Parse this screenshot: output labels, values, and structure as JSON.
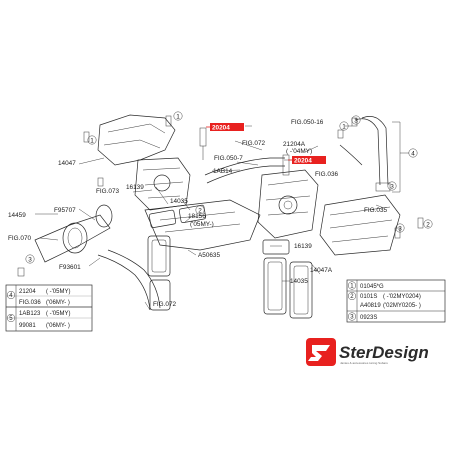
{
  "highlights": [
    "20204",
    "20204"
  ],
  "callouts": {
    "fig050_7": "FIG.050-7",
    "fig072_top": "FIG.072",
    "p1ab14": "1AB14",
    "fig050_16": "FIG.050-16",
    "p21204a": "21204A",
    "p04my": "( -'04MY)",
    "fig036": "FIG.036",
    "fig035": "FIG.035",
    "p14047_l": "14047",
    "fig073": "FIG.073",
    "p14459": "14459",
    "f95707": "F95707",
    "fig070": "FIG.070",
    "p16139_l": "16139",
    "p14035_l": "14035",
    "p18156": "18156",
    "p05my": "('05MY-)",
    "a50635": "A50635",
    "f93601": "F93601",
    "fig072_bottom": "FIG.072",
    "p16139_r": "16139",
    "p14035_r": "14035",
    "p14047a": "14047A",
    "n1": "1",
    "n2": "2",
    "n3": "3",
    "n4": "4"
  },
  "table_left": {
    "rows": [
      {
        "num": "4",
        "part": "21204",
        "note": "( -'05MY)"
      },
      {
        "num": "",
        "part": "FIG.036",
        "note": "('06MY- )"
      },
      {
        "num": "5",
        "part": "1AB123",
        "note": "( -'05MY)"
      },
      {
        "num": "",
        "part": "99081",
        "note": "('06MY- )"
      }
    ]
  },
  "table_right": {
    "rows": [
      {
        "num": "1",
        "part": "01045*G",
        "note": ""
      },
      {
        "num": "2",
        "part": "0101S",
        "note": "( -'02MY0204)"
      },
      {
        "num": "",
        "part": "A40819",
        "note": "('02MY0205- )"
      },
      {
        "num": "3",
        "part": "0923S",
        "note": ""
      }
    ]
  },
  "logo": {
    "brand": "SterDesign",
    "sub": "Jantes & accessoires tuning Subaru",
    "color": "#e8211f"
  }
}
